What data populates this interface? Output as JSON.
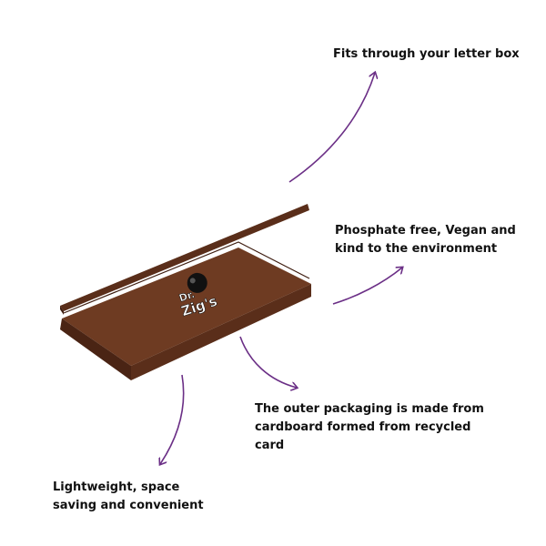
{
  "captions": {
    "letter_box": [
      "Fits through your letter box"
    ],
    "phosphate": [
      "Phosphate free, Vegan and",
      "kind to the environment"
    ],
    "outer_packaging": [
      "The outer packaging is made from",
      "cardboard formed from recycled",
      "card"
    ],
    "lightweight": [
      "Lightweight, space",
      "saving and convenient"
    ]
  },
  "logo": {
    "line1": "Dr.",
    "line2": "Zig's"
  },
  "colors": {
    "arrow": "#6b2f86",
    "box_top": "#6e3b22",
    "box_edge": "#4a2414",
    "text": "#111111",
    "background": "#ffffff"
  }
}
